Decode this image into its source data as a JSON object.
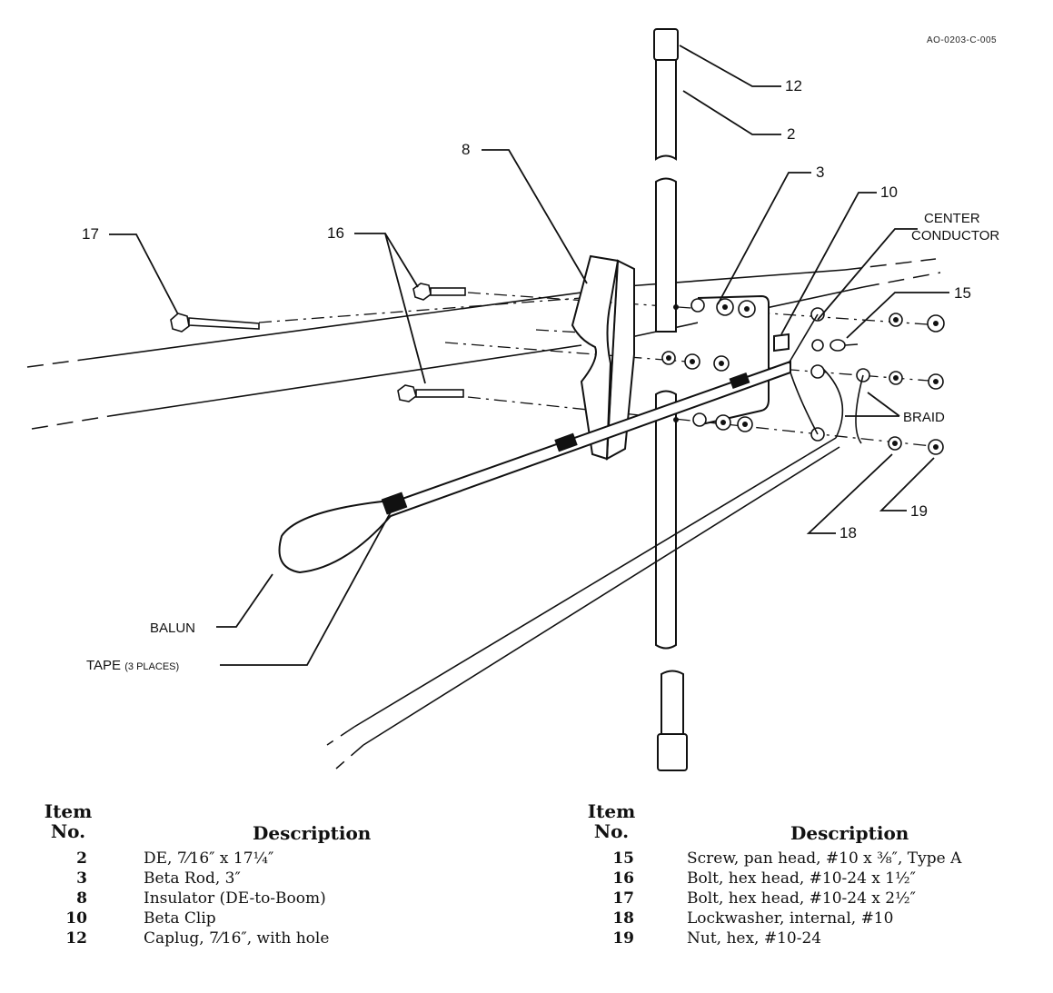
{
  "figure": {
    "ref_code": "AO-0203-C-005",
    "callouts": {
      "c12": "12",
      "c2": "2",
      "c8": "8",
      "c3": "3",
      "c10": "10",
      "c17": "17",
      "c16": "16",
      "center_conductor_1": "CENTER",
      "center_conductor_2": "CONDUCTOR",
      "c15": "15",
      "braid": "BRAID",
      "c19": "19",
      "c18": "18",
      "balun": "BALUN",
      "tape_main": "TAPE",
      "tape_sub": "(3 PLACES)"
    }
  },
  "legend": {
    "item_header_1": "Item",
    "item_header_2": "No.",
    "desc_header": "Description",
    "left_rows": [
      {
        "no": "2",
        "desc": "DE, 7⁄16″ x 17¼″"
      },
      {
        "no": "3",
        "desc": "Beta Rod, 3″"
      },
      {
        "no": "8",
        "desc": "Insulator (DE-to-Boom)"
      },
      {
        "no": "10",
        "desc": "Beta Clip"
      },
      {
        "no": "12",
        "desc": "Caplug, 7⁄16″, with hole"
      }
    ],
    "right_rows": [
      {
        "no": "15",
        "desc": "Screw, pan head, #10 x ⅜″, Type A"
      },
      {
        "no": "16",
        "desc": "Bolt, hex head, #10-24 x 1½″"
      },
      {
        "no": "17",
        "desc": "Bolt, hex head, #10-24 x 2½″"
      },
      {
        "no": "18",
        "desc": "Lockwasher, internal, #10"
      },
      {
        "no": "19",
        "desc": "Nut, hex, #10-24"
      }
    ]
  }
}
